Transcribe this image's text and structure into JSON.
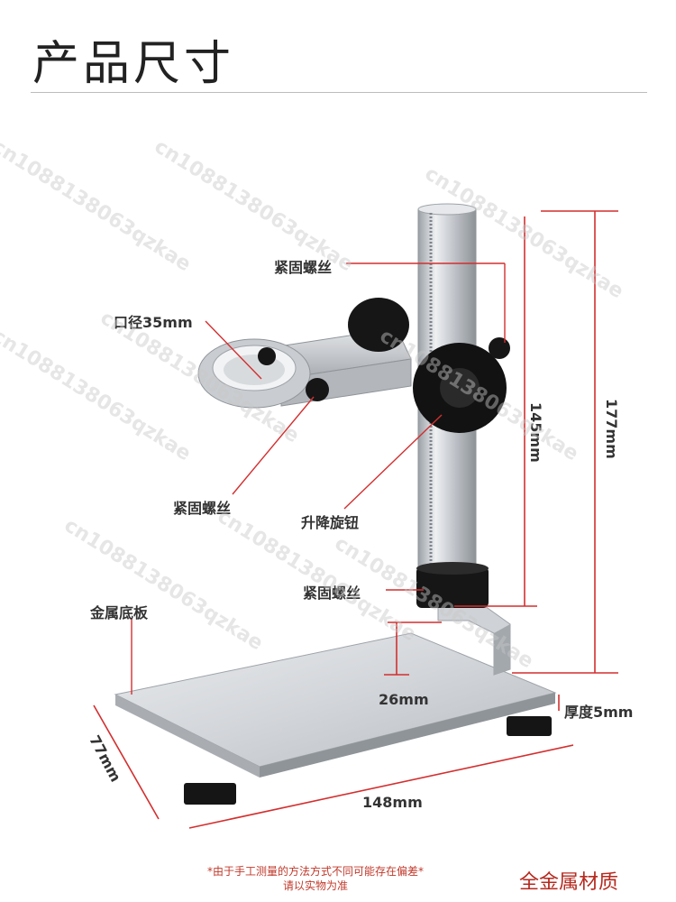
{
  "header": {
    "title": "产品尺寸"
  },
  "labels": {
    "screw_top": "紧固螺丝",
    "aperture": "口径35mm",
    "screw_ring": "紧固螺丝",
    "lift_knob": "升降旋钮",
    "screw_bottom": "紧固螺丝",
    "base_plate": "金属底板",
    "dim_145": "145mm",
    "dim_177": "177mm",
    "dim_26": "26mm",
    "thickness": "厚度5mm",
    "dim_77": "77mm",
    "dim_148": "148mm"
  },
  "footer": {
    "note_line1": "*由于手工测量的方法方式不同可能存在偏差*",
    "note_line2": "请以实物为准",
    "badge": "全金属材质"
  },
  "watermark": {
    "text": "cn1088138063qzkae"
  },
  "colors": {
    "dimension_line": "#d32f2f",
    "metal": "#c9ccd0",
    "knob": "#141414",
    "note": "#c0392b"
  }
}
